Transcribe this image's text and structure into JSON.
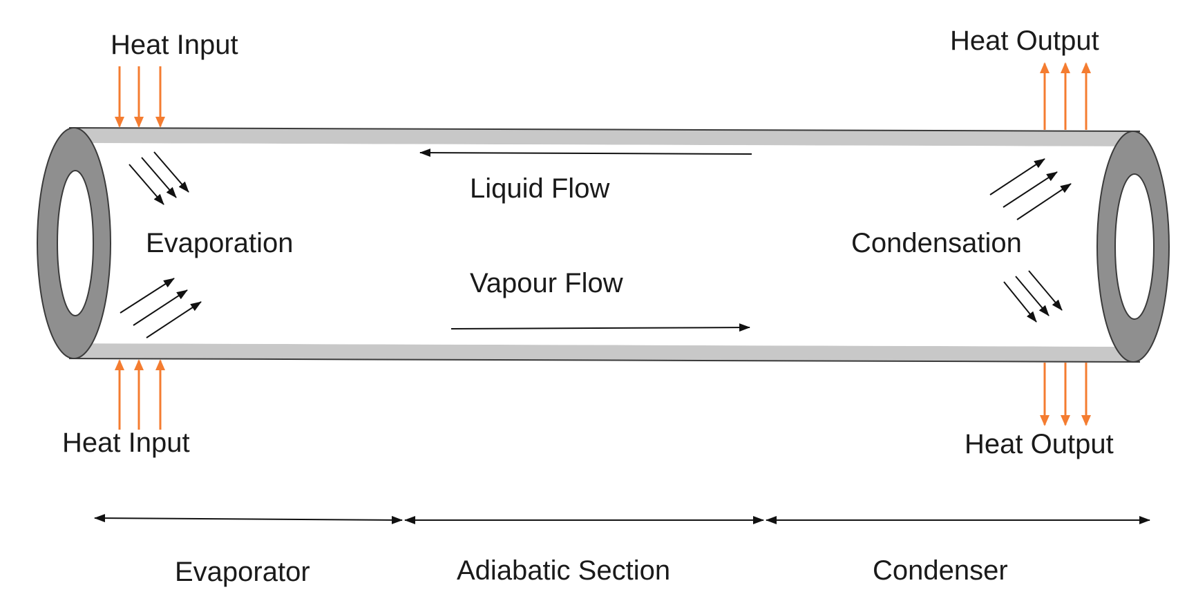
{
  "labels": {
    "heat_input_top": "Heat Input",
    "heat_input_bottom": "Heat Input",
    "heat_output_top": "Heat Output",
    "heat_output_bottom": "Heat Output",
    "liquid_flow": "Liquid Flow",
    "vapour_flow": "Vapour Flow",
    "evaporation": "Evaporation",
    "condensation": "Condensation"
  },
  "sections": {
    "evaporator": "Evaporator",
    "adiabatic": "Adiabatic Section",
    "condenser": "Condenser"
  },
  "colors": {
    "heat_arrow": "#f47c30",
    "pipe_wall": "#c8c8c8",
    "pipe_outline": "#3a3a3a",
    "flow_arrow": "#111111"
  }
}
